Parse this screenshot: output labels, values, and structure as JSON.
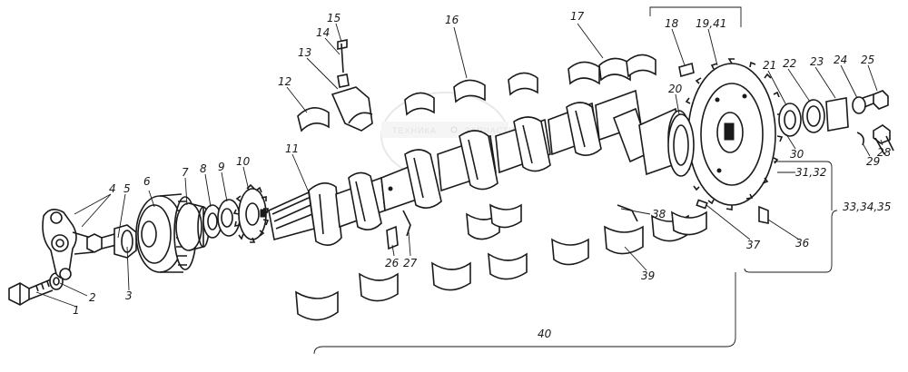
{
  "watermark": {
    "left": "ТЕХНИКА",
    "right": "ЗАПЧАСТИ"
  },
  "callouts": [
    {
      "id": "p1",
      "text": "1"
    },
    {
      "id": "p2",
      "text": "2"
    },
    {
      "id": "p3",
      "text": "3"
    },
    {
      "id": "p4",
      "text": "4"
    },
    {
      "id": "p5",
      "text": "5"
    },
    {
      "id": "p6",
      "text": "6"
    },
    {
      "id": "p7",
      "text": "7"
    },
    {
      "id": "p8",
      "text": "8"
    },
    {
      "id": "p9",
      "text": "9"
    },
    {
      "id": "p10",
      "text": "10"
    },
    {
      "id": "p11",
      "text": "11"
    },
    {
      "id": "p12",
      "text": "12"
    },
    {
      "id": "p13",
      "text": "13"
    },
    {
      "id": "p14",
      "text": "14"
    },
    {
      "id": "p15",
      "text": "15"
    },
    {
      "id": "p16",
      "text": "16"
    },
    {
      "id": "p17",
      "text": "17"
    },
    {
      "id": "p18",
      "text": "18"
    },
    {
      "id": "p1941",
      "text": "19,41"
    },
    {
      "id": "p20",
      "text": "20"
    },
    {
      "id": "p21",
      "text": "21"
    },
    {
      "id": "p22",
      "text": "22"
    },
    {
      "id": "p23",
      "text": "23"
    },
    {
      "id": "p24",
      "text": "24"
    },
    {
      "id": "p25",
      "text": "25"
    },
    {
      "id": "p26",
      "text": "26"
    },
    {
      "id": "p27",
      "text": "27"
    },
    {
      "id": "p28",
      "text": "28"
    },
    {
      "id": "p29",
      "text": "29"
    },
    {
      "id": "p30",
      "text": "30"
    },
    {
      "id": "p3132",
      "text": "31,32"
    },
    {
      "id": "p333435",
      "text": "33,34,35"
    },
    {
      "id": "p36",
      "text": "36"
    },
    {
      "id": "p37",
      "text": "37"
    },
    {
      "id": "p38",
      "text": "38"
    },
    {
      "id": "p39",
      "text": "39"
    },
    {
      "id": "p40",
      "text": "40"
    }
  ]
}
